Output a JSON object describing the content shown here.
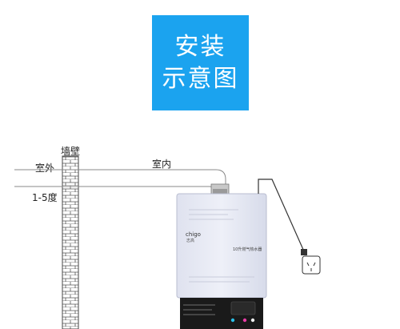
{
  "title": {
    "line1": "安装",
    "line2": "示意图"
  },
  "labels": {
    "wall": "墙壁",
    "outdoor": "室外",
    "indoor": "室内",
    "slope": "1-5度"
  },
  "heater": {
    "brand_top": "chigo",
    "brand_sub": "志高",
    "model": "10升燃气热水器"
  },
  "colors": {
    "badge": "#1ba3ef",
    "heater_body": "#e9ebf6",
    "panel": "#1a1a1a"
  }
}
